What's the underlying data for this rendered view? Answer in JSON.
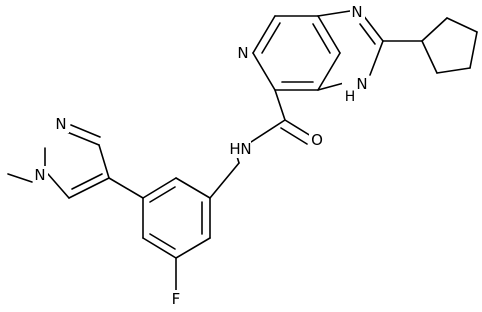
{
  "molecule": {
    "atoms": {
      "N_ring_top": "N",
      "N_pyridine": "N",
      "NH_imidazole": "H",
      "NH_imidazole_N": "N",
      "NH_amide": "N",
      "NH_amide_H": "H",
      "O_carbonyl": "O",
      "F": "F",
      "N_pyrazole_2": "N",
      "N_pyrazole_1": "N"
    }
  }
}
